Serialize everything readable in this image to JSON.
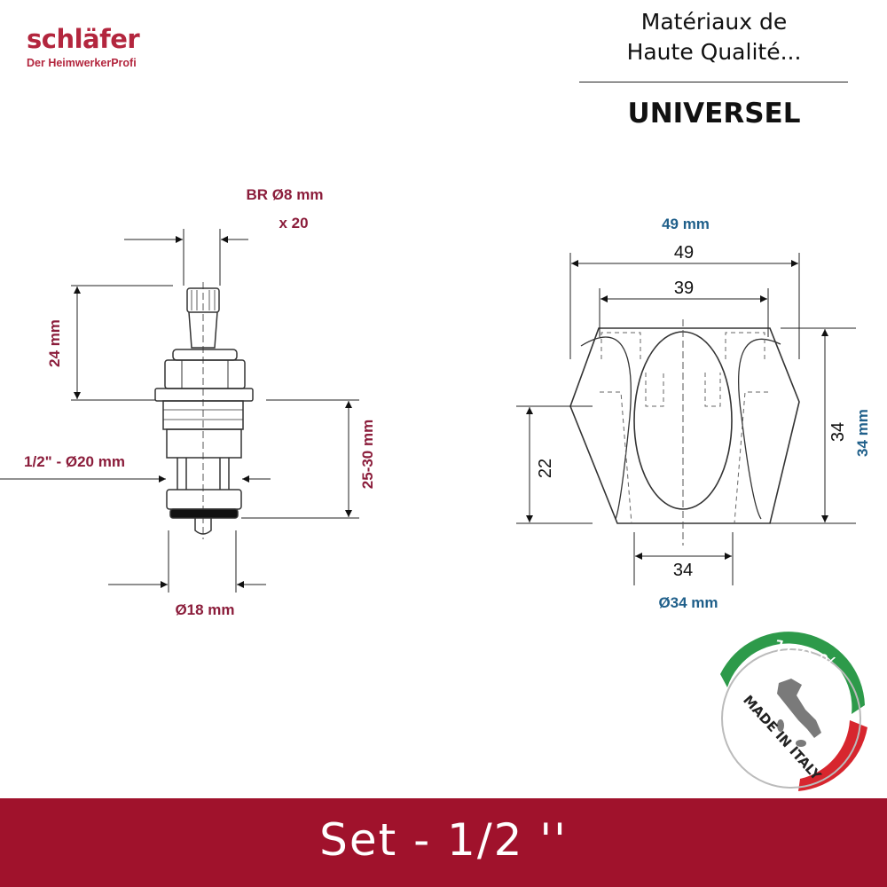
{
  "brand": {
    "name": "schläfer",
    "tagline": "Der HeimwerkerProfi"
  },
  "header": {
    "tagline_line1": "Matériaux de",
    "tagline_line2": "Haute Qualité...",
    "subtitle": "UNIVERSEL"
  },
  "cartridge_labels": {
    "thread": "BR Ø8 mm",
    "splines": "x 20",
    "stem_height": "24 mm",
    "body_diameter": "1/2\" - Ø20 mm",
    "body_height": "25-30 mm",
    "base_diameter": "Ø18 mm"
  },
  "handle_labels": {
    "width_mm": "49 mm",
    "width_outer": "49",
    "width_inner": "39",
    "height_left": "22",
    "height_right": "34",
    "height_mm": "34 mm",
    "bottom_width": "34",
    "bottom_diameter": "Ø34 mm"
  },
  "badge": {
    "percent": "100 %",
    "text": "MADE IN ITALY"
  },
  "footer": {
    "text": "Set - 1/2 ''"
  },
  "colors": {
    "brand": "#b3263e",
    "cartridge_label": "#8b1d3b",
    "handle_label": "#1f5f8a",
    "footer_bg": "#a0122c",
    "badge_green": "#2d9a4a",
    "badge_red": "#d7262e"
  }
}
